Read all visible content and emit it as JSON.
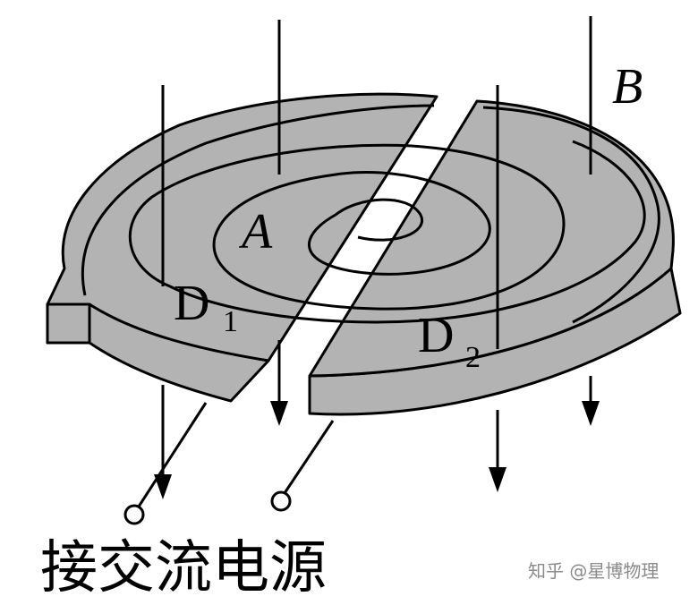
{
  "labels": {
    "field": "B",
    "center": "A",
    "dee_left_main": "D",
    "dee_left_sub": "1",
    "dee_right_main": "D",
    "dee_right_sub": "2"
  },
  "caption": "接交流电源",
  "watermark": "知乎 @星博物理",
  "colors": {
    "dee_fill": "#b3b3b3",
    "ink": "#000000",
    "background": "#ffffff"
  }
}
